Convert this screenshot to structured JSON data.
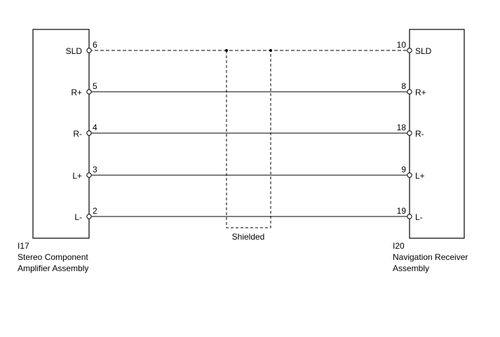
{
  "shield_label": "Shielded",
  "left_component": {
    "id": "I17",
    "name_line1": "Stereo Component",
    "name_line2": "Amplifier Assembly"
  },
  "right_component": {
    "id": "I20",
    "name_line1": "Navigation Receiver",
    "name_line2": "Assembly"
  },
  "wires": [
    {
      "signal_left": "SLD",
      "pin_left": "6",
      "pin_right": "10",
      "signal_right": "SLD",
      "style": "dashed"
    },
    {
      "signal_left": "R+",
      "pin_left": "5",
      "pin_right": "8",
      "signal_right": "R+",
      "style": "solid"
    },
    {
      "signal_left": "R-",
      "pin_left": "4",
      "pin_right": "18",
      "signal_right": "R-",
      "style": "solid"
    },
    {
      "signal_left": "L+",
      "pin_left": "3",
      "pin_right": "9",
      "signal_right": "L+",
      "style": "solid"
    },
    {
      "signal_left": "L-",
      "pin_left": "2",
      "pin_right": "19",
      "signal_right": "L-",
      "style": "solid"
    }
  ]
}
